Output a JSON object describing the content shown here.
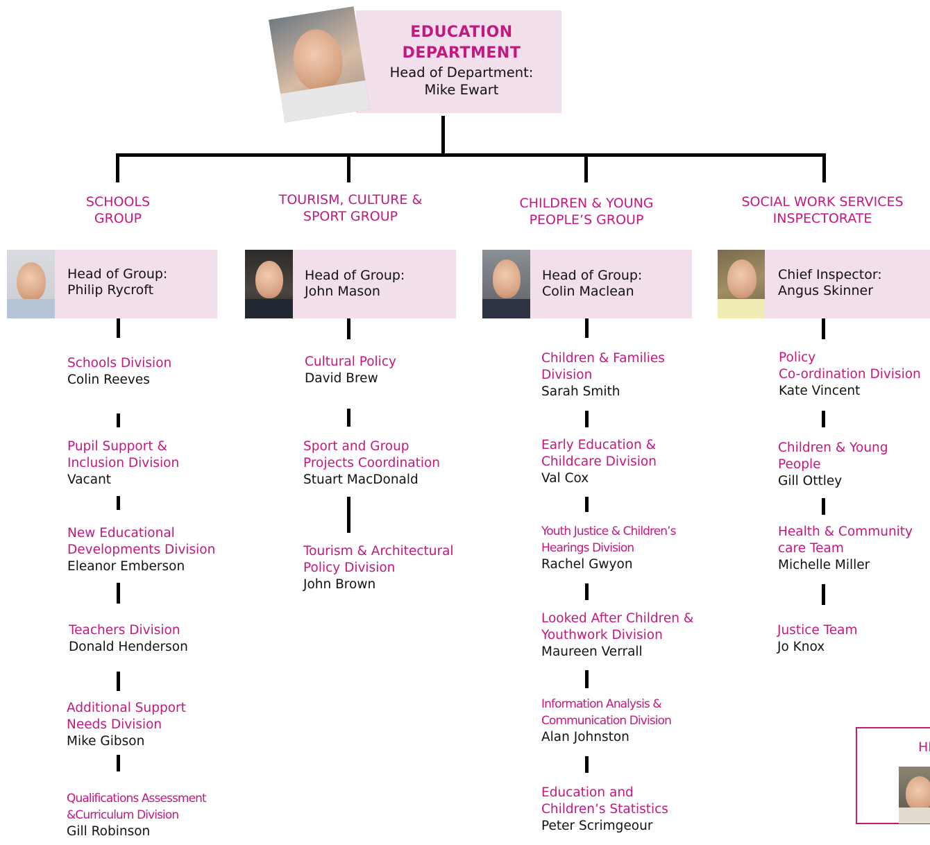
{
  "department": {
    "title_line1": "EDUCATION",
    "title_line2": "DEPARTMENT",
    "role": "Head of Department:",
    "head": "Mike Ewart"
  },
  "groups": [
    {
      "title_line1": "SCHOOLS",
      "title_line2": "GROUP",
      "role": "Head of Group:",
      "head": "Philip Rycroft",
      "divisions": [
        {
          "name": [
            "Schools  Division"
          ],
          "person": "Colin Reeves"
        },
        {
          "name": [
            "Pupil Support &",
            "Inclusion Division"
          ],
          "person": "Vacant"
        },
        {
          "name": [
            "New Educational",
            "Developments Division"
          ],
          "person": "Eleanor Emberson"
        },
        {
          "name": [
            "Teachers Division"
          ],
          "person": "Donald Henderson"
        },
        {
          "name": [
            "Additional Support",
            "Needs Division"
          ],
          "person": "Mike Gibson"
        },
        {
          "name": [
            "Qualifications Assessment",
            "&Curriculum Division"
          ],
          "person": "Gill Robinson"
        }
      ]
    },
    {
      "title_line1": "TOURISM, CULTURE &",
      "title_line2": "SPORT GROUP",
      "role": "Head of Group:",
      "head": "John Mason",
      "divisions": [
        {
          "name": [
            "Cultural Policy"
          ],
          "person": "David Brew"
        },
        {
          "name": [
            "Sport and Group",
            "Projects Coordination"
          ],
          "person": "Stuart MacDonald"
        },
        {
          "name": [
            "Tourism & Architectural",
            "Policy Division"
          ],
          "person": "John Brown"
        }
      ]
    },
    {
      "title_line1": "CHILDREN & YOUNG",
      "title_line2": "PEOPLE’S GROUP",
      "role": "Head of Group:",
      "head": "Colin Maclean",
      "divisions": [
        {
          "name": [
            "Children & Families",
            "Division"
          ],
          "person": "Sarah Smith"
        },
        {
          "name": [
            "Early Education &",
            "Childcare Division"
          ],
          "person": "Val Cox"
        },
        {
          "name": [
            "Youth Justice & Children’s",
            "Hearings Division"
          ],
          "person": "Rachel Gwyon"
        },
        {
          "name": [
            "Looked After Children &",
            "Youthwork Division"
          ],
          "person": "Maureen Verrall"
        },
        {
          "name": [
            "Information Analysis &",
            "Communication Division"
          ],
          "person": "Alan Johnston"
        },
        {
          "name": [
            "Education and",
            "Children’s Statistics"
          ],
          "person": "Peter Scrimgeour"
        }
      ]
    },
    {
      "title_line1": "SOCIAL WORK SERVICES",
      "title_line2": "INSPECTORATE",
      "role": "Chief Inspector:",
      "head": "Angus Skinner",
      "divisions": [
        {
          "name": [
            "Policy",
            "Co-ordination Division"
          ],
          "person": "Kate Vincent"
        },
        {
          "name": [
            "Children & Young",
            "People"
          ],
          "person": "Gill Ottley"
        },
        {
          "name": [
            "Health & Community",
            "care Team"
          ],
          "person": "Michelle Miller"
        },
        {
          "name": [
            "Justice Team"
          ],
          "person": "Jo Knox"
        }
      ]
    }
  ],
  "corner_box": {
    "label": "HI"
  }
}
